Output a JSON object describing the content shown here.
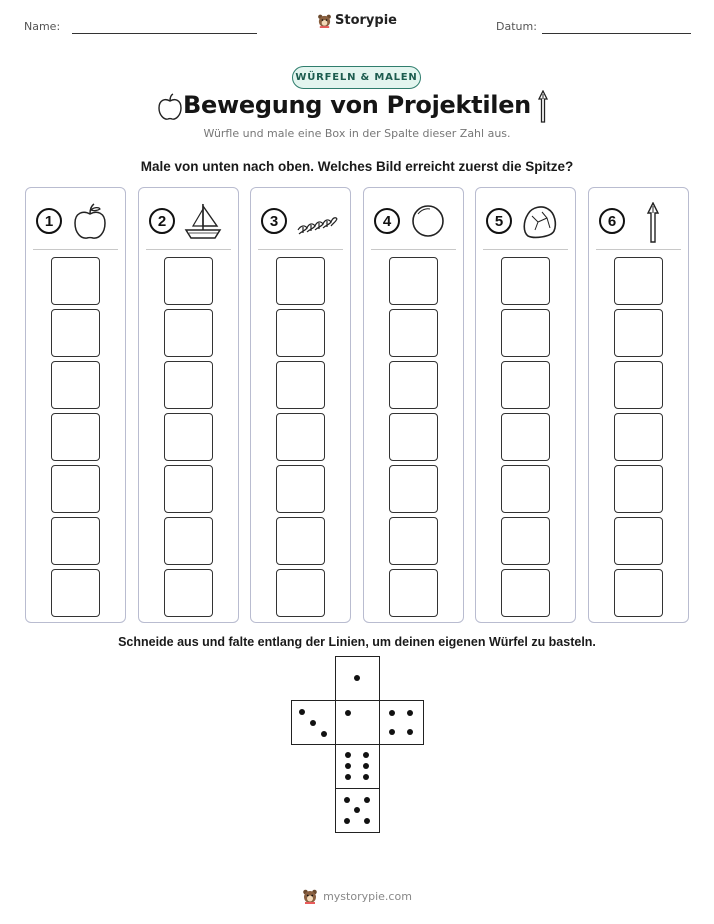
{
  "header": {
    "name_label": "Name:",
    "date_label": "Datum:",
    "logo_text": "Storypie",
    "logo_icon": "bear-mascot-icon"
  },
  "badge": "WÜRFELN & MALEN",
  "title": "Bewegung von Projektilen",
  "title_icons": [
    "apple-icon",
    "arrow-icon"
  ],
  "subtitle": "Würfle und male eine Box in der Spalte dieser Zahl aus.",
  "instruction": "Male von unten nach oben. Welches Bild erreicht zuerst die Spitze?",
  "columns": [
    {
      "number": "1",
      "icon": "apple-icon",
      "boxes": 7
    },
    {
      "number": "2",
      "icon": "sailboat-icon",
      "boxes": 7
    },
    {
      "number": "3",
      "icon": "rope-icon",
      "boxes": 7
    },
    {
      "number": "4",
      "icon": "ball-icon",
      "boxes": 7
    },
    {
      "number": "5",
      "icon": "rock-icon",
      "boxes": 7
    },
    {
      "number": "6",
      "icon": "arrow-icon",
      "boxes": 7
    }
  ],
  "cut_instruction": "Schneide aus und falte entlang der Linien, um deinen eigenen Würfel zu basteln.",
  "dice_net": [
    {
      "face": "top",
      "pips": 1
    },
    {
      "face": "left",
      "pips": 3
    },
    {
      "face": "center",
      "pips": 1
    },
    {
      "face": "right",
      "pips": 4
    },
    {
      "face": "lower",
      "pips": 6
    },
    {
      "face": "bottom",
      "pips": 5
    }
  ],
  "footer": {
    "text": "mystorypie.com",
    "icon": "bear-mascot-icon"
  }
}
